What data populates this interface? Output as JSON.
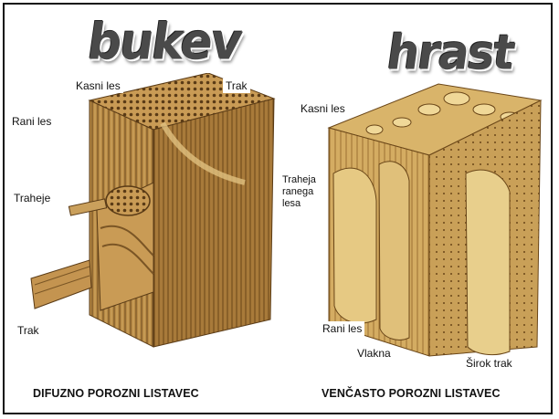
{
  "left": {
    "wordart": "bukev",
    "caption": "DIFUZNO POROZNI LISTAVEC",
    "labels": {
      "kasni_les": "Kasni les",
      "trak_top": "Trak",
      "rani_les": "Rani les",
      "traheje": "Traheje",
      "trak_bottom": "Trak"
    }
  },
  "right": {
    "wordart": "hrast",
    "caption": "VENČASTO POROZNI LISTAVEC",
    "labels": {
      "kasni_les": "Kasni les",
      "traheja_ranega_lesa": "Traheja\nranega\nlesa",
      "rani_les": "Rani les",
      "vlakna": "Vlakna",
      "sirok_trak": "Širok trak"
    }
  },
  "colors": {
    "wood_light": "#d9b46a",
    "wood_mid": "#b88a45",
    "wood_dark": "#7a5525",
    "wordart": "#4a4a4a"
  }
}
